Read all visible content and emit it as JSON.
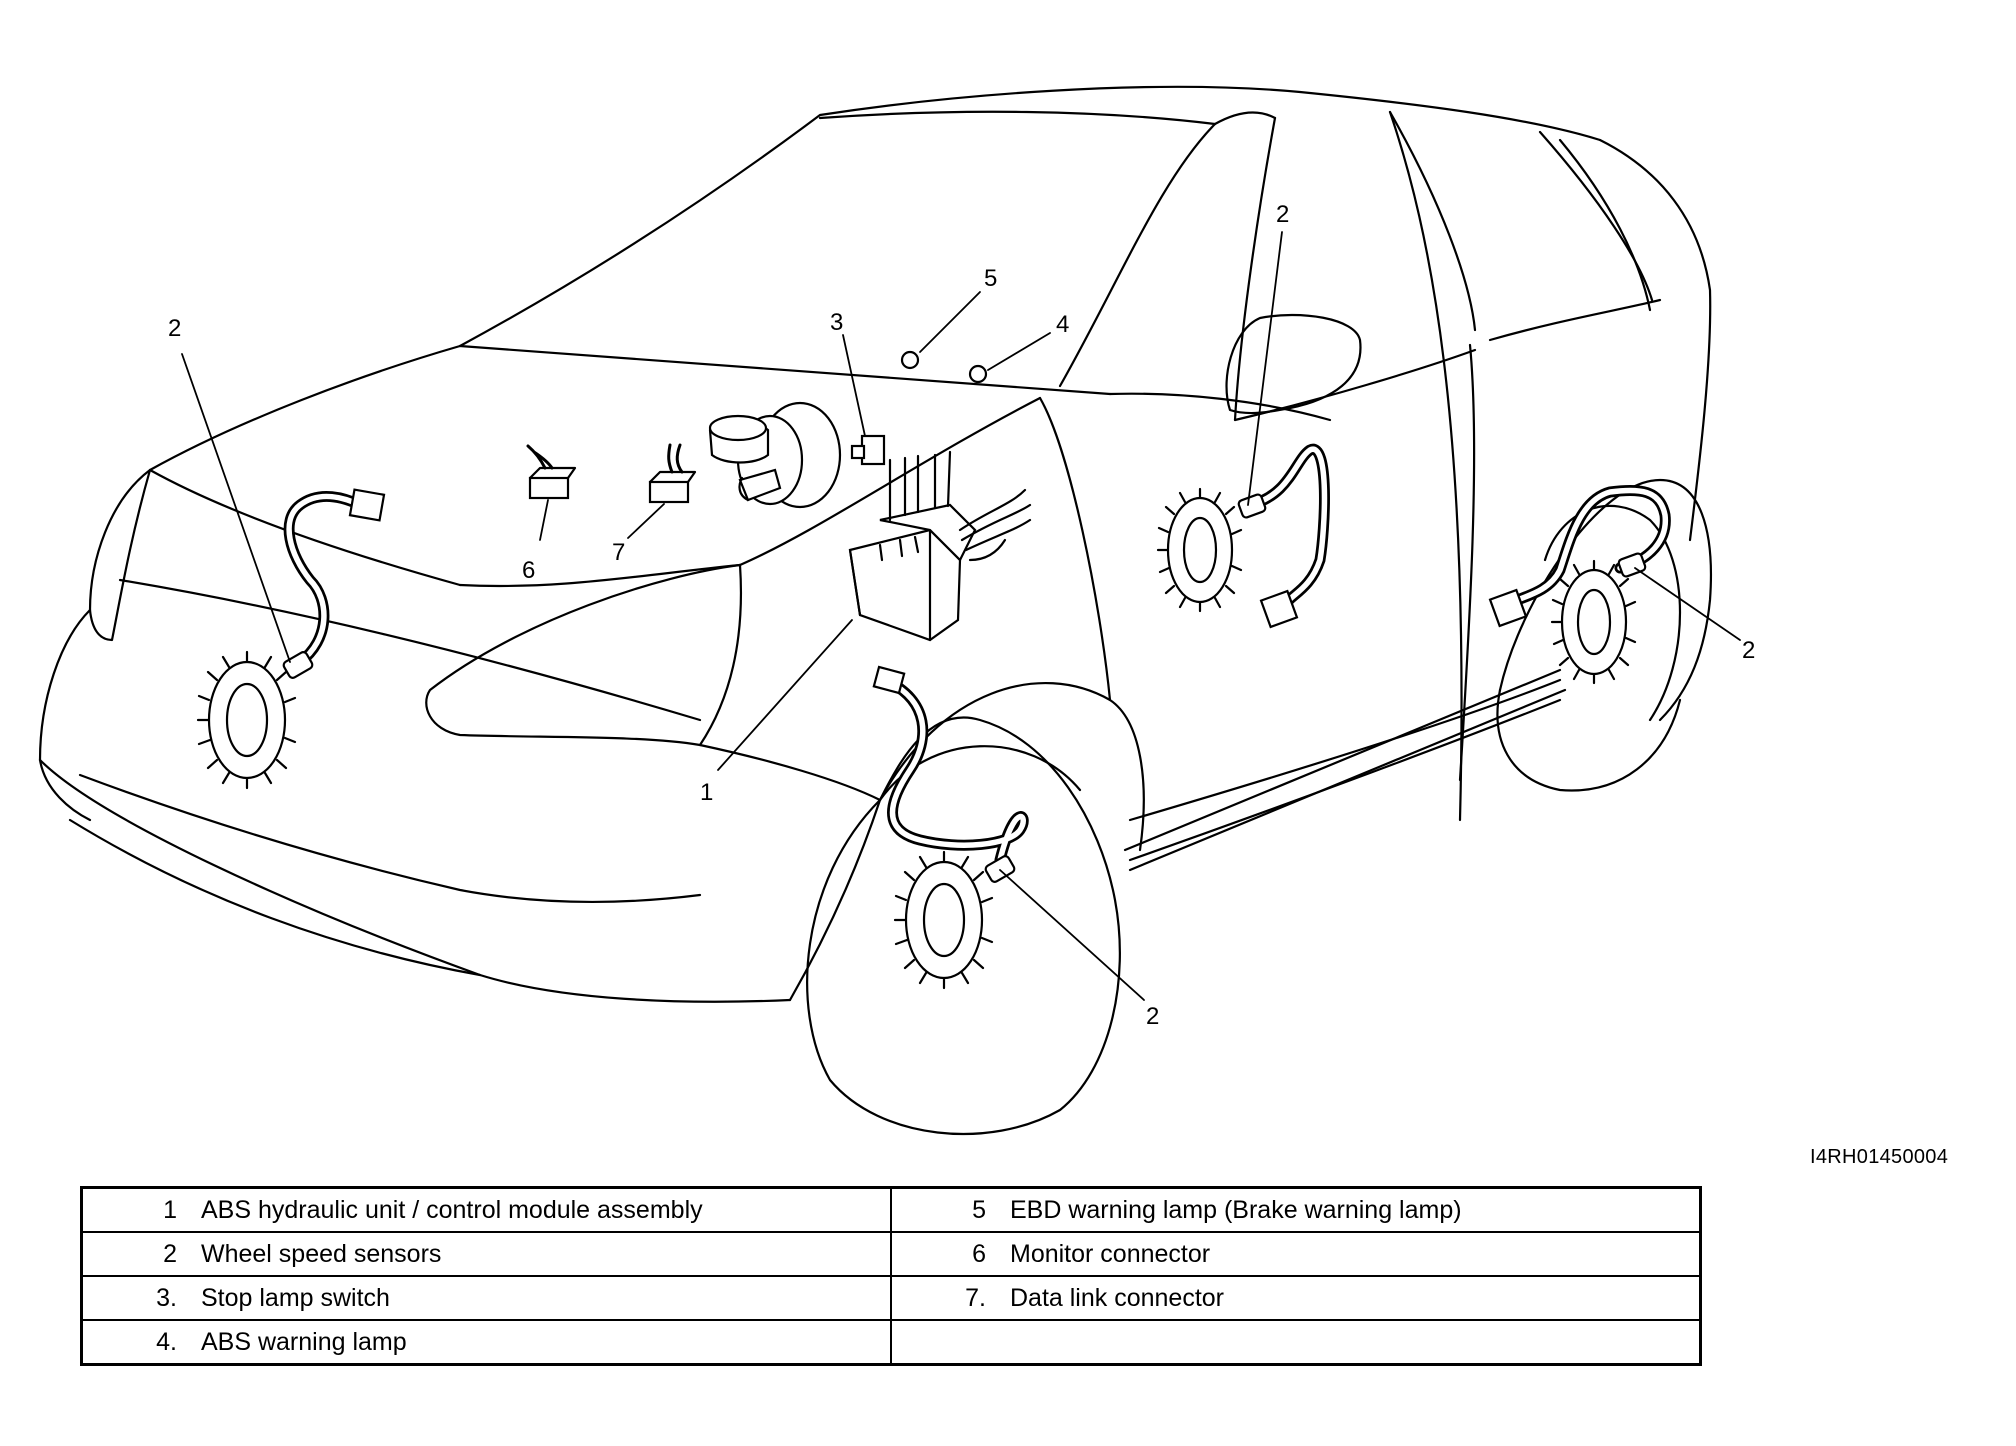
{
  "figure_id": "I4RH01450004",
  "callouts": {
    "wheel_sensor_front_left": "2",
    "wheel_sensor_front_right": "2",
    "wheel_sensor_rear_left": "2",
    "wheel_sensor_rear_right": "2",
    "stop_lamp_switch": "3",
    "abs_warning_lamp": "4",
    "ebd_warning_lamp": "5",
    "monitor_connector": "6",
    "data_link_connector": "7",
    "abs_hydraulic_unit": "1"
  },
  "legend": {
    "rows": [
      {
        "left": {
          "num": "1",
          "text": "ABS hydraulic unit / control module assembly"
        },
        "right": {
          "num": "5",
          "text": "EBD warning lamp (Brake warning lamp)"
        }
      },
      {
        "left": {
          "num": "2",
          "text": "Wheel speed sensors"
        },
        "right": {
          "num": "6",
          "text": "Monitor connector"
        }
      },
      {
        "left": {
          "num": "3.",
          "text": "Stop lamp switch"
        },
        "right": {
          "num": "7.",
          "text": "Data link connector"
        }
      },
      {
        "left": {
          "num": "4.",
          "text": "ABS warning lamp"
        },
        "right": {
          "num": "",
          "text": ""
        }
      }
    ]
  }
}
